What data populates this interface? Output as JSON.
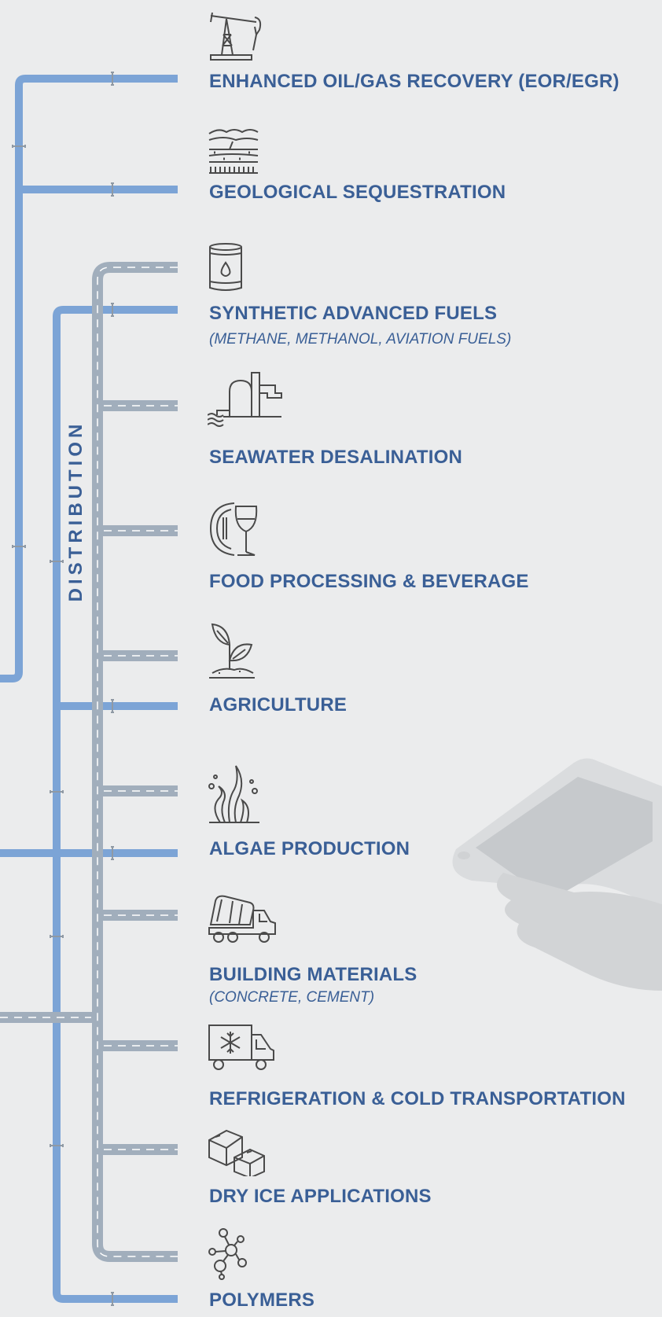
{
  "diagram": {
    "distribution_label": "DISTRIBUTION",
    "applications": [
      {
        "label": "ENHANCED OIL/GAS RECOVERY (EOR/EGR)",
        "icon": "oil-pump-icon"
      },
      {
        "label": "GEOLOGICAL SEQUESTRATION",
        "icon": "geological-layers-icon"
      },
      {
        "label": "SYNTHETIC ADVANCED FUELS",
        "sublabel": "(METHANE, METHANOL, AVIATION FUELS)",
        "icon": "fuel-barrel-icon"
      },
      {
        "label": "SEAWATER DESALINATION",
        "icon": "desalination-plant-icon"
      },
      {
        "label": "FOOD PROCESSING & BEVERAGE",
        "icon": "plate-and-glass-icon"
      },
      {
        "label": "AGRICULTURE",
        "icon": "sprout-icon"
      },
      {
        "label": "ALGAE PRODUCTION",
        "icon": "algae-icon"
      },
      {
        "label": "BUILDING MATERIALS",
        "sublabel": "(CONCRETE, CEMENT)",
        "icon": "concrete-mixer-truck-icon"
      },
      {
        "label": "REFRIGERATION & COLD TRANSPORTATION",
        "icon": "refrigerated-truck-icon"
      },
      {
        "label": "DRY ICE APPLICATIONS",
        "icon": "dry-ice-cubes-icon"
      },
      {
        "label": "POLYMERS",
        "icon": "polymer-molecule-icon"
      }
    ],
    "colors": {
      "pipe_blue": "#7ca4d6",
      "road_gray": "#a1aebc",
      "text_blue": "#3a5f96",
      "icon_gray": "#4a4a4a",
      "background": "#ebeced"
    }
  }
}
